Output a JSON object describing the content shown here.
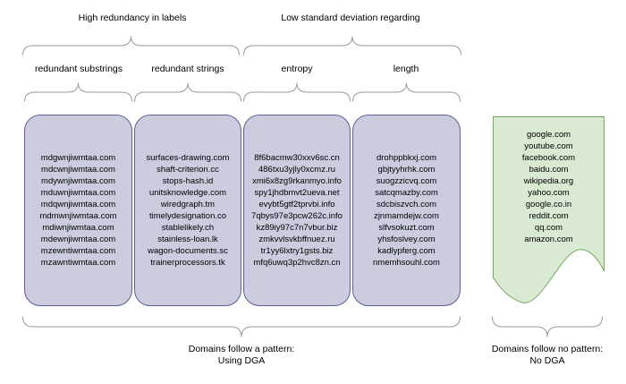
{
  "figure": {
    "group_labels": {
      "redundancy": "High redundancy in labels",
      "std_dev": "Low standard deviation regarding"
    },
    "dga_columns": [
      {
        "feature": "redundant substrings",
        "domains": [
          "mdgwnjiwmtaa.com",
          "mdcwnjiwmtaa.com",
          "mdywnjiwmtaa.com",
          "mduwnjiwmtaa.com",
          "mdqwnjiwmtaa.com",
          "mdmwnjiwmtaa.com",
          "mdiwnjiwmtaa.com",
          "mdewnjiwmtaa.com",
          "mzewntiwmtaa.com",
          "mzawntiwmtaa.com"
        ]
      },
      {
        "feature": "redundant strings",
        "domains": [
          "surfaces-drawing.com",
          "shaft-criterion.cc",
          "stops-hash.id",
          "unitsknowledge.com",
          "wiredgraph.tm",
          "timelydesignation.co",
          "stablelikely.ch",
          "stainless-loan.lk",
          "wagon-documents.sc",
          "trainerprocessors.tk"
        ]
      },
      {
        "feature": "entropy",
        "domains": [
          "8f6bacmw30xxv6sc.cn",
          "486txu3yjly0xcmz.ru",
          "xmi6x8zg9rkanmyo.info",
          "spy1jhdbmvt2ueva.net",
          "evybt5gtf2tprvbi.info",
          "7qbys97e3pcw262c.info",
          "kz89iy97c7n7vbur.biz",
          "zmkvvlsvkbffnuez.ru",
          "tr1yy6lxtry1gsts.biz",
          "mfq6uwq3p2hvc8zn.cn"
        ]
      },
      {
        "feature": "length",
        "domains": [
          "drohppbkxj.com",
          "gbjtyyhrhk.com",
          "suogzzicvq.com",
          "satcqmazby.com",
          "sdcbiszvch.com",
          "zjnmamdejw.com",
          "slfvsokuzt.com",
          "yhsfoslvey.com",
          "kadlypferg.com",
          "nmemhsouhl.com"
        ]
      }
    ],
    "legit_domains": [
      "google.com",
      "youtube.com",
      "facebook.com",
      "baidu.com",
      "wikipedia.org",
      "yahoo.com",
      "google.co.in",
      "reddit.com",
      "qq.com",
      "amazon.com"
    ],
    "captions": {
      "dga_line1": "Domains follow a pattern:",
      "dga_line2": "Using DGA",
      "no_dga_line1": "Domains follow no pattern:",
      "no_dga_line2": "No DGA"
    },
    "colors": {
      "dga_box_fill": "#ccccdf",
      "dga_box_border": "#615d92",
      "legit_fill": "#d9ead3",
      "legit_border": "#74a95f",
      "brace": "#9a9a9a",
      "text": "#000000"
    }
  }
}
